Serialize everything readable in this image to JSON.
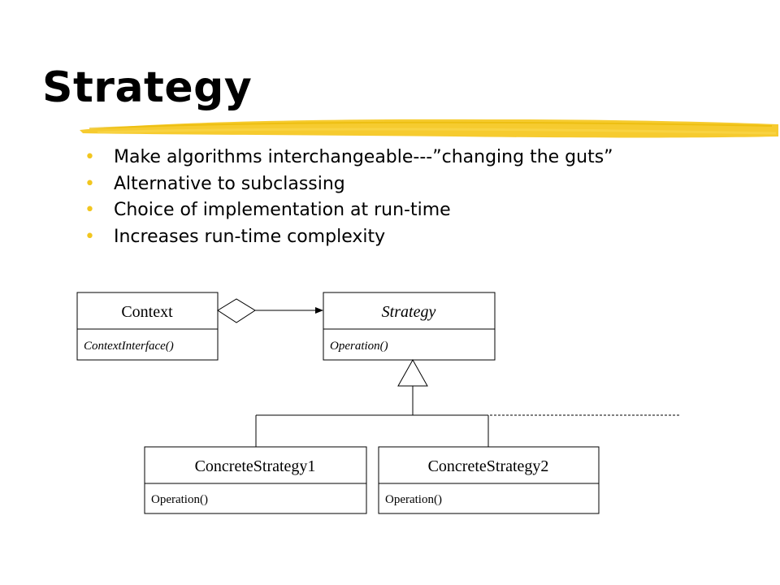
{
  "slide": {
    "title": "Strategy",
    "bullets": [
      "Make algorithms interchangeable---”changing the guts”",
      "Alternative to subclassing",
      "Choice of implementation at run-time",
      "Increases run-time complexity"
    ]
  },
  "colors": {
    "accent_highlight": "#f5c518",
    "bullet": "#f2c61f",
    "line": "#000000"
  },
  "diagram": {
    "context": {
      "name": "Context",
      "operation": "ContextInterface()"
    },
    "strategy": {
      "name": "Strategy",
      "operation": "Operation()"
    },
    "concrete1": {
      "name": "ConcreteStrategy1",
      "operation": "Operation()"
    },
    "concrete2": {
      "name": "ConcreteStrategy2",
      "operation": "Operation()"
    }
  }
}
